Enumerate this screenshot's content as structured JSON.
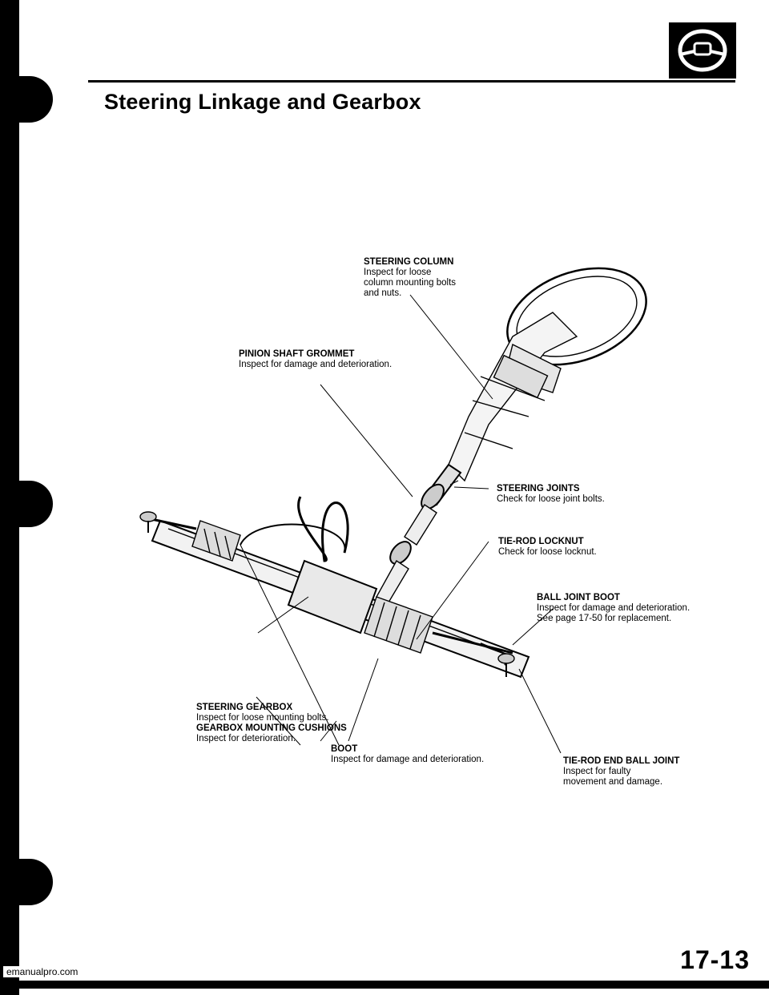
{
  "page": {
    "title": "Steering Linkage and Gearbox",
    "page_number": "17-13",
    "watermark": "emanualpro.com",
    "section_icon": "steering-wheel-icon"
  },
  "labels": {
    "steering_column": {
      "heading": "STEERING COLUMN",
      "text": "Inspect for loose column mounting bolts and nuts."
    },
    "pinion_shaft_grommet": {
      "heading": "PINION SHAFT GROMMET",
      "text": "Inspect for damage and deterioration."
    },
    "steering_joints": {
      "heading": "STEERING JOINTS",
      "text": "Check for loose joint bolts."
    },
    "tie_rod_locknut": {
      "heading": "TIE-ROD LOCKNUT",
      "text": "Check for loose locknut."
    },
    "ball_joint_boot": {
      "heading": "BALL JOINT BOOT",
      "text": "Inspect for damage and deterioration.",
      "text2": "See page 17-50 for replacement."
    },
    "steering_gearbox": {
      "heading": "STEERING GEARBOX",
      "text": "Inspect for loose mounting bolts."
    },
    "gearbox_cushions": {
      "heading": "GEARBOX MOUNTING CUSHIONS",
      "text": "Inspect for deterioration."
    },
    "boot": {
      "heading": "BOOT",
      "text": "Inspect for damage and deterioration."
    },
    "tie_rod_end": {
      "heading": "TIE-ROD END BALL JOINT",
      "text": "Inspect for faulty movement and damage."
    }
  }
}
